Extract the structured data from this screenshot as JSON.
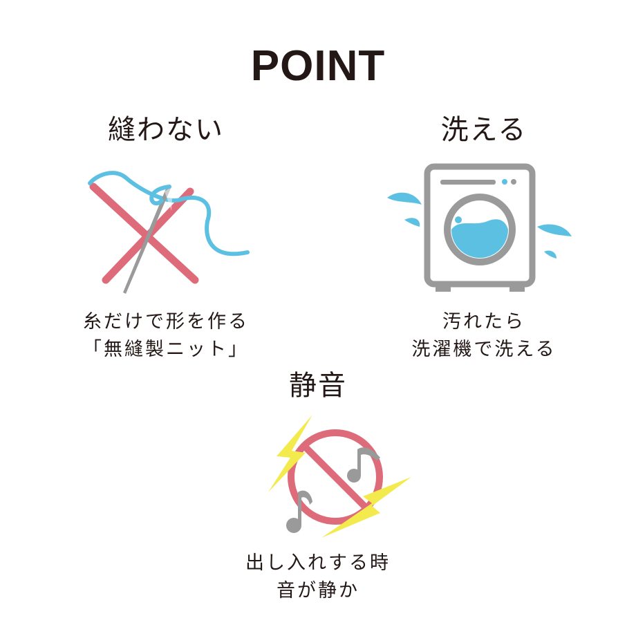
{
  "title": "POINT",
  "points": [
    {
      "heading": "縫わない",
      "desc_line1": "糸だけで形を作る",
      "desc_line2": "「無縫製ニット」",
      "icon": "needle-thread-cross-icon"
    },
    {
      "heading": "洗える",
      "desc_line1": "汚れたら",
      "desc_line2": "洗濯機で洗える",
      "icon": "washing-machine-icon"
    },
    {
      "heading": "静音",
      "desc_line1": "出し入れする時",
      "desc_line2": "音が静か",
      "icon": "no-noise-icon"
    }
  ],
  "colors": {
    "text": "#231815",
    "red": "#dd6b7a",
    "blue": "#5cc0e2",
    "gray": "#9a9a9a",
    "yellow": "#f3ea4e"
  }
}
